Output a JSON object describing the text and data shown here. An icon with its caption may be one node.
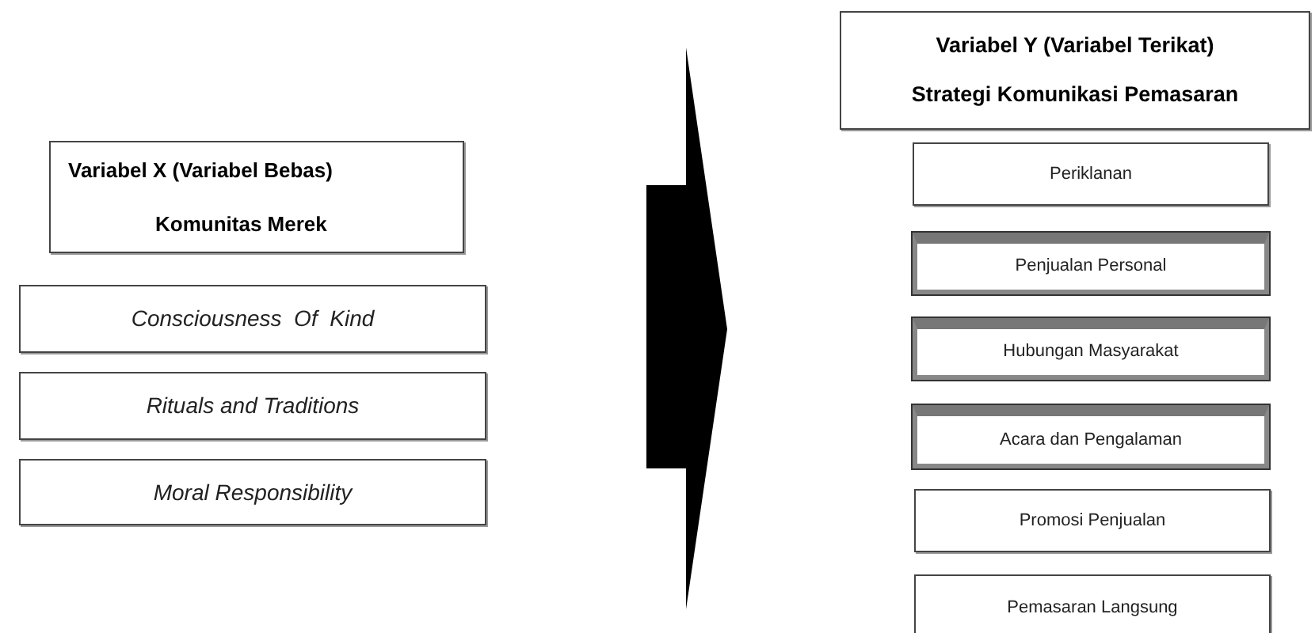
{
  "diagram": {
    "nodes": [
      {
        "text": [
          "Variabel X (Variabel Bebas)",
          "Komunitas Merek"
        ]
      },
      {
        "text": [
          "Consciousness  Of  Kind"
        ]
      },
      {
        "text": [
          "Rituals and Traditions"
        ]
      },
      {
        "text": [
          "Moral Responsibility"
        ]
      },
      {
        "text": [
          "Variabel Y (Variabel Terikat)",
          "Strategi Komunikasi Pemasaran"
        ]
      },
      {
        "text": [
          "Periklanan"
        ]
      },
      {
        "text": [
          "Penjualan Personal"
        ]
      },
      {
        "text": [
          "Hubungan Masyarakat"
        ]
      },
      {
        "text": [
          "Acara dan Pengalaman"
        ]
      },
      {
        "text": [
          "Promosi Penjualan"
        ]
      },
      {
        "text": [
          "Pemasaran Langsung"
        ]
      }
    ]
  }
}
